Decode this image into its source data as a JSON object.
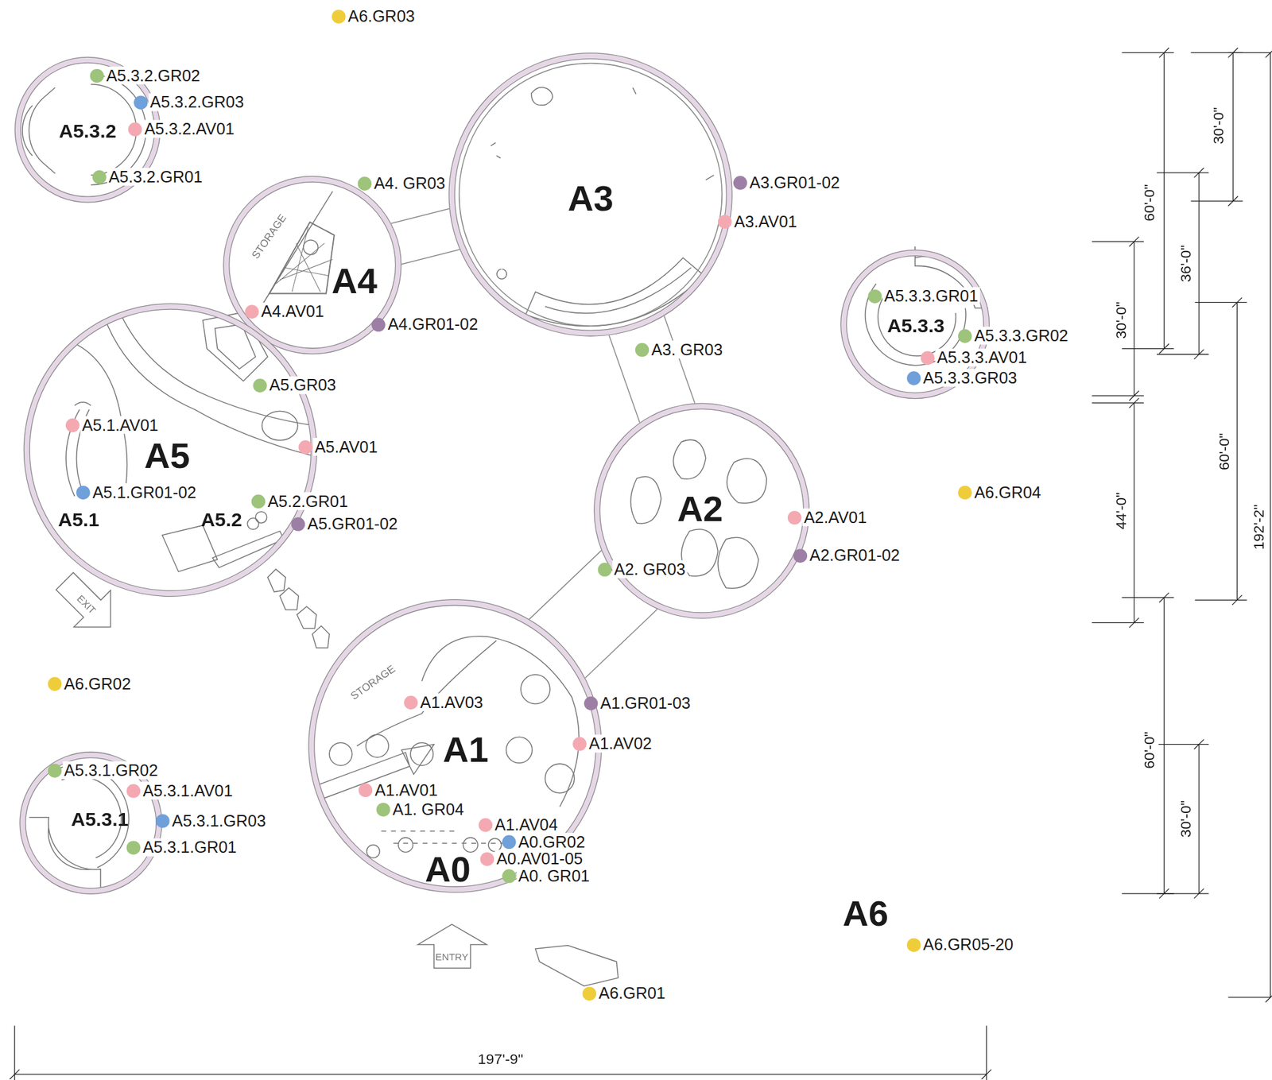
{
  "diagram": {
    "nodes": [
      {
        "text": [
          "A5.3.2"
        ]
      },
      {
        "text": [
          "A4"
        ]
      },
      {
        "text": [
          "A3"
        ]
      },
      {
        "text": [
          "A5.3.3"
        ]
      },
      {
        "text": [
          "A5"
        ]
      },
      {
        "text": [
          "A2"
        ]
      },
      {
        "text": [
          "A1"
        ]
      },
      {
        "text": [
          "A5.3.1"
        ]
      }
    ],
    "edges": [
      {
        "from": 1,
        "to": 2,
        "arrow": "none"
      },
      {
        "from": 2,
        "to": 5,
        "arrow": "none"
      },
      {
        "from": 5,
        "to": 6,
        "arrow": "none"
      }
    ],
    "labels": [
      "A6.GR03",
      "A5.3.2.GR02",
      "A5.3.2.GR03",
      "A5.3.2.AV01",
      "A5.3.2.GR01",
      "A4. GR03",
      "A3.GR01-02",
      "A3.AV01",
      "A4.AV01",
      "A4.GR01-02",
      "A5.3.3.GR01",
      "A5.3.3.GR02",
      "A5.3.3.AV01",
      "A5.3.3.GR03",
      "A3. GR03",
      "A5.GR03",
      "A5.1.AV01",
      "A5.AV01",
      "A5.1.GR01-02",
      "A5.2.GR01",
      "A5.GR01-02",
      "A6.GR04",
      "A2.AV01",
      "A2.GR01-02",
      "A2. GR03",
      "A5.1",
      "A5.2",
      "EXIT",
      "A6.GR02",
      "STORAGE",
      "STORAGE",
      "A1.AV03",
      "A1.GR01-03",
      "A1.AV02",
      "A5.3.1.GR02",
      "A5.3.1.AV01",
      "A1.AV01",
      "A1. GR04",
      "A5.3.1.GR03",
      "A1.AV04",
      "A0.GR02",
      "A5.3.1.GR01",
      "A0.AV01-05",
      "A0",
      "A0. GR01",
      "A6",
      "A6.GR05-20",
      "ENTRY",
      "A6.GR01",
      "30'-0\"",
      "60'-0\"",
      "36'-0\"",
      "30'-0\"",
      "60'-0\"",
      "44'-0\"",
      "192'-2\"",
      "60'-0\"",
      "30'-0\"",
      "197'-9\""
    ]
  }
}
